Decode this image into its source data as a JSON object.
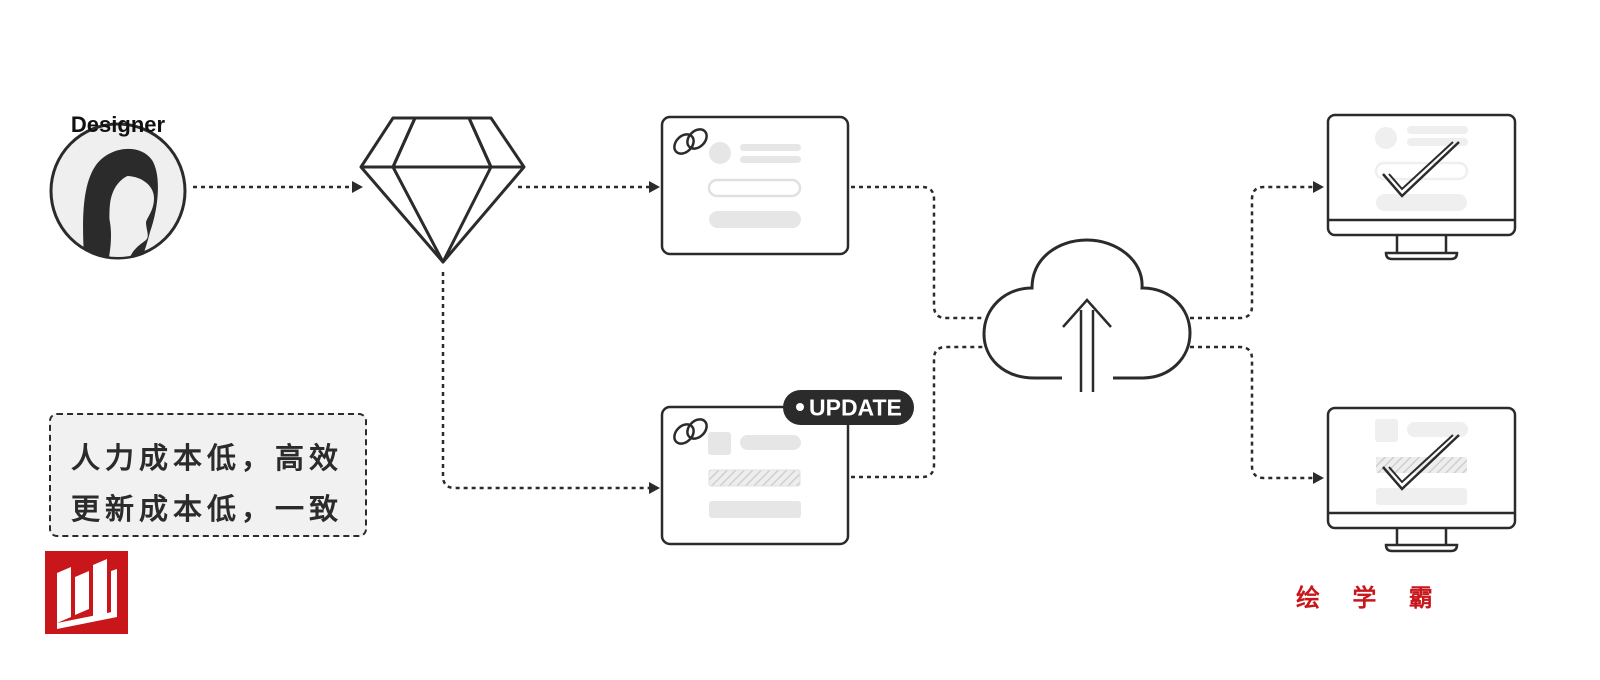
{
  "designer": {
    "label": "Designer"
  },
  "update_badge": {
    "label": "UPDATE"
  },
  "caption": {
    "line1": "人力成本低，高效",
    "line2": "更新成本低，一致"
  },
  "brand": {
    "text": "绘 学 霸"
  },
  "icons": [
    "designer-avatar-icon",
    "sketch-diamond-icon",
    "link-icon",
    "cloud-upload-icon",
    "monitor-icon",
    "checkmark-icon"
  ],
  "colors": {
    "stroke": "#2b2b2b",
    "placeholder": "#e3e3e3",
    "brand_red": "#c9161b"
  }
}
